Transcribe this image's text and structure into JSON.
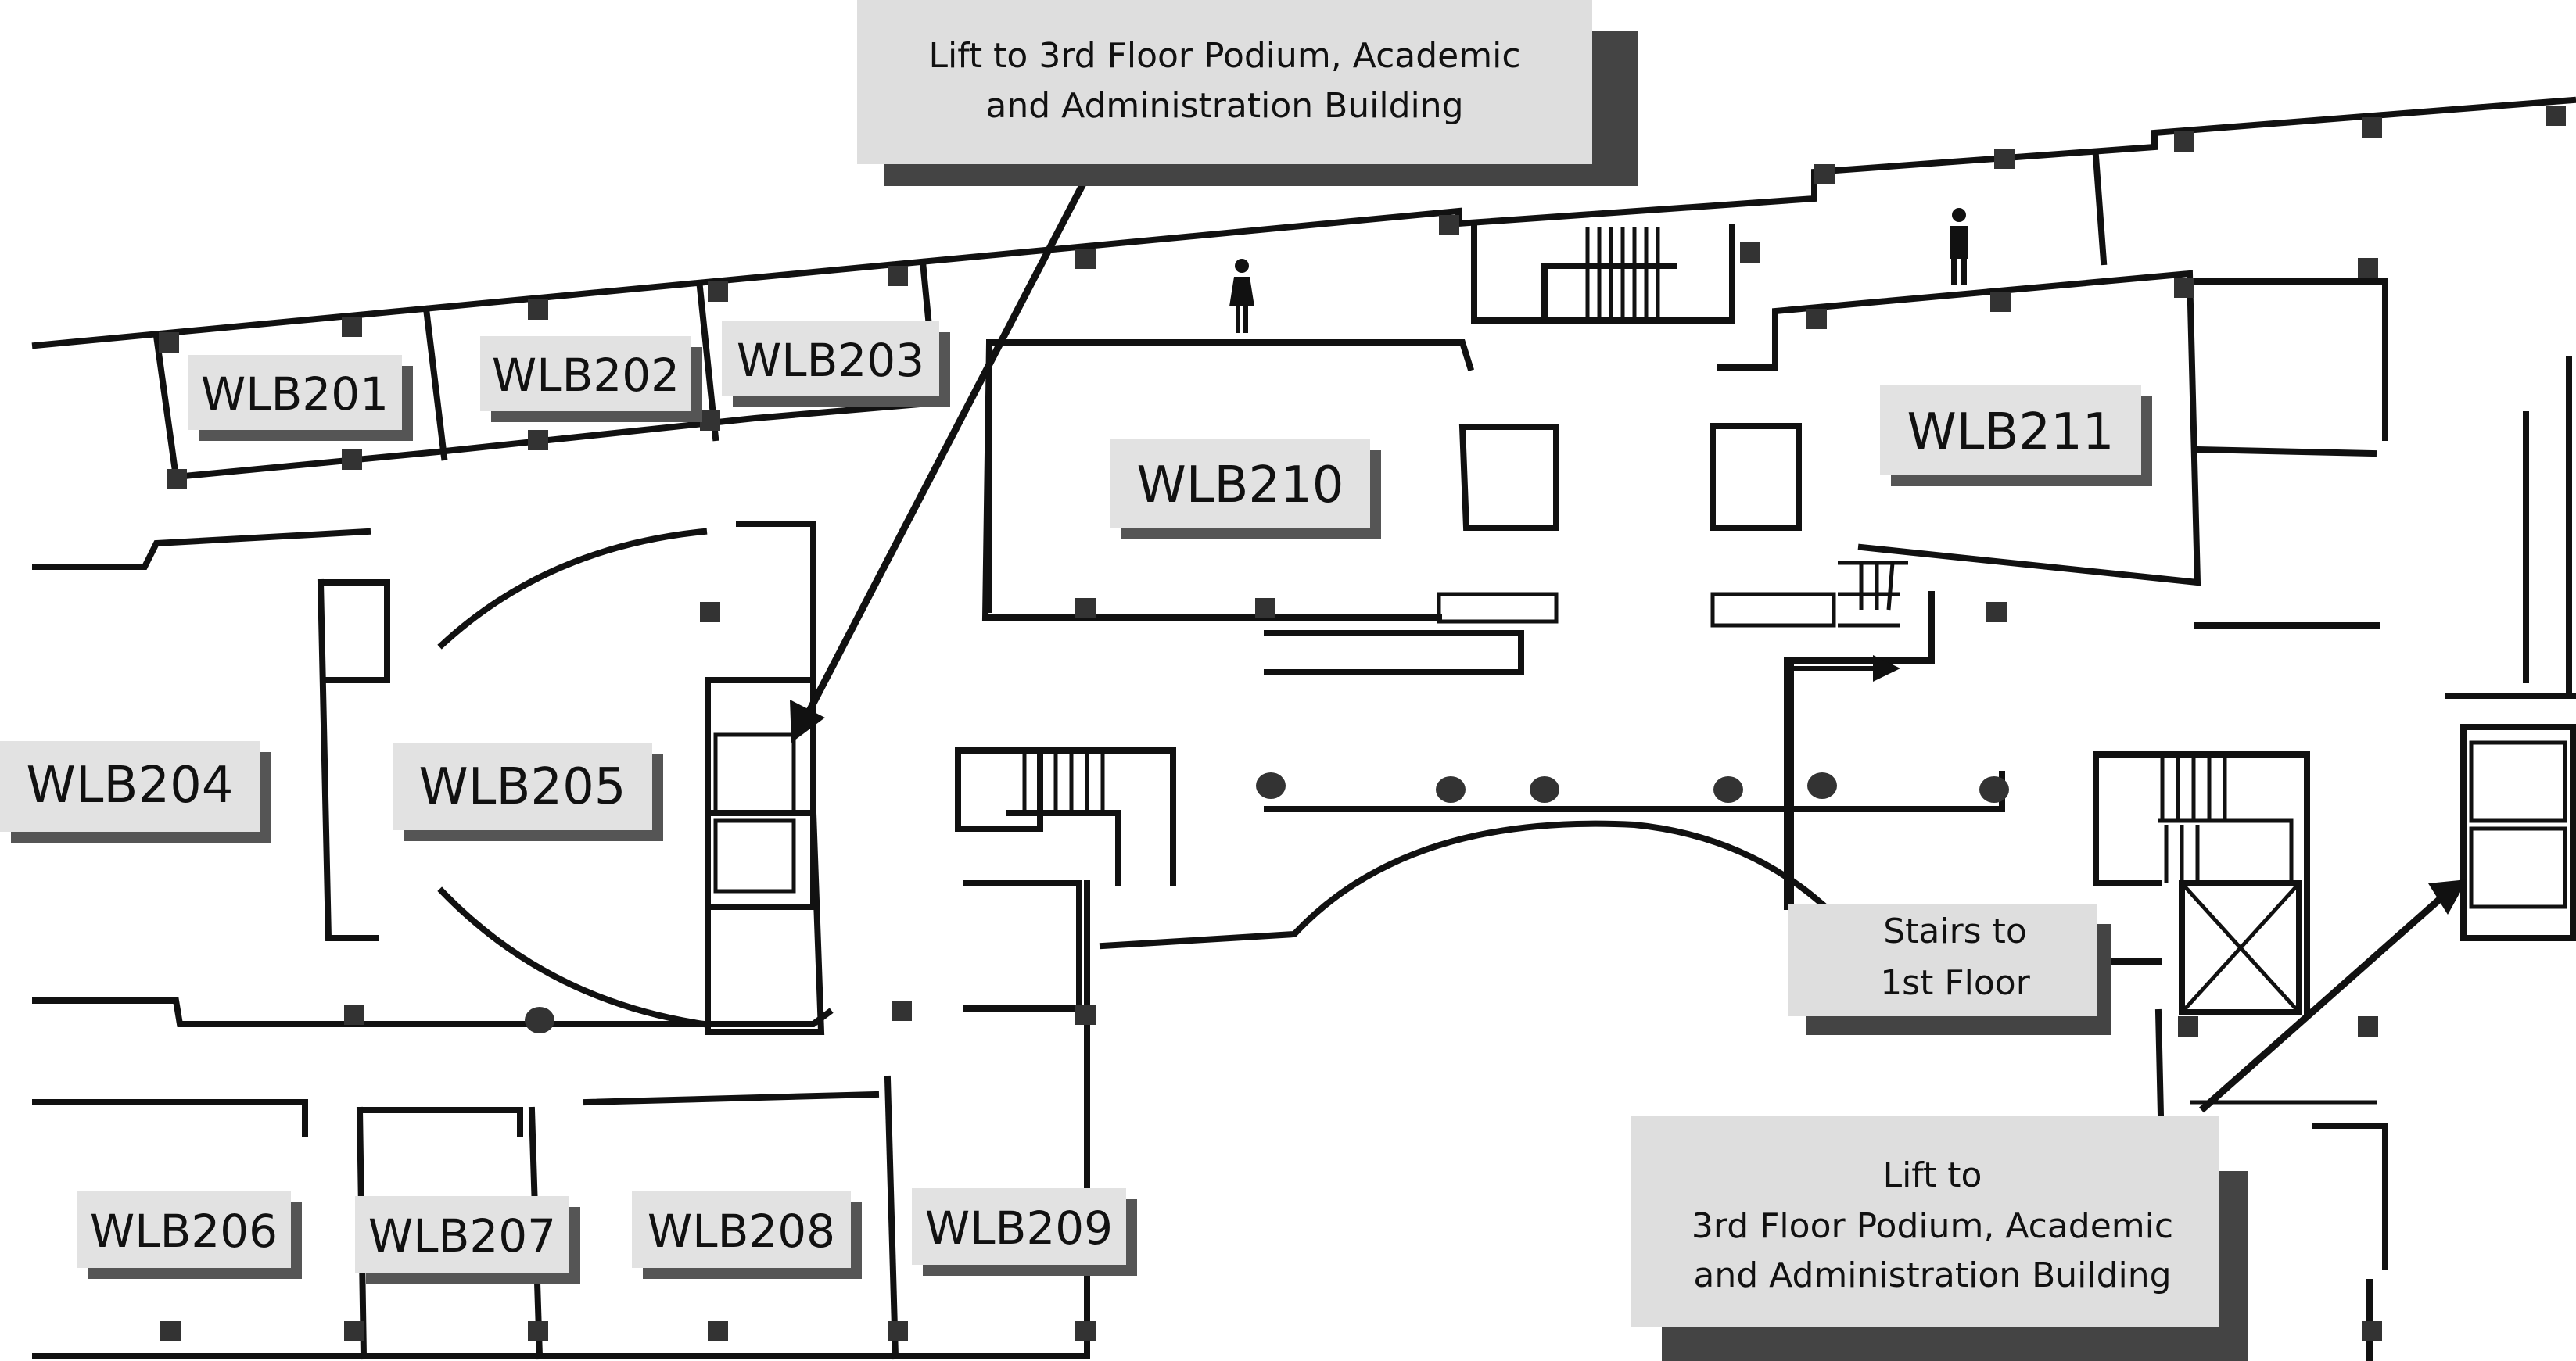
{
  "rooms": {
    "wlb201": "WLB201",
    "wlb202": "WLB202",
    "wlb203": "WLB203",
    "wlb204": "WLB204",
    "wlb205": "WLB205",
    "wlb206": "WLB206",
    "wlb207": "WLB207",
    "wlb208": "WLB208",
    "wlb209": "WLB209",
    "wlb210": "WLB210",
    "wlb211": "WLB211"
  },
  "callouts": {
    "lift_top": {
      "line1": "Lift to  3rd Floor Podium, Academic",
      "line2": "and Administration Building"
    },
    "stairs": {
      "line1": "Stairs to",
      "line2": "1st Floor"
    },
    "lift_bottom": {
      "line1": "Lift to",
      "line2": "3rd Floor Podium, Academic",
      "line3": "and Administration Building"
    }
  },
  "icons": {
    "female": "female-toilet-icon",
    "male": "male-toilet-icon"
  },
  "colors": {
    "label_bg": "#e2e2e2",
    "label_shadow": "#555555",
    "walls": "#111111"
  }
}
